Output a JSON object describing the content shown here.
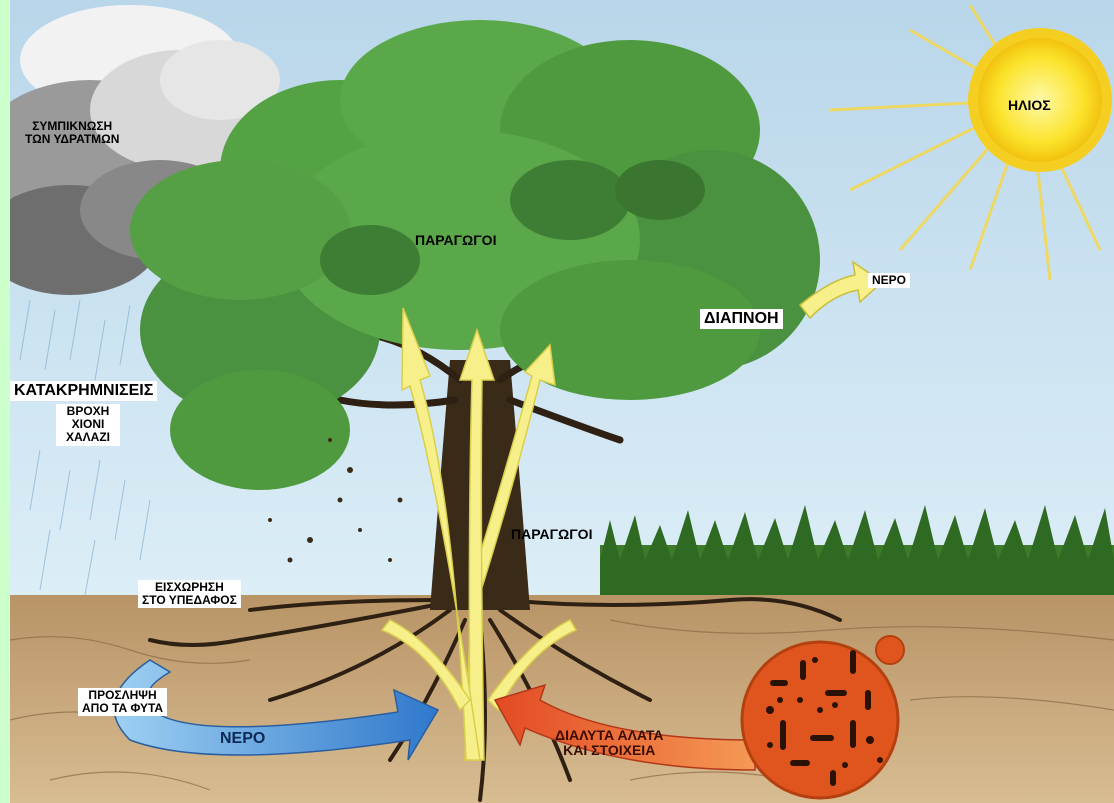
{
  "labels": {
    "condensation_line1": "ΣΥΜΠΙΚΝΩΣΗ",
    "condensation_line2": "ΤΩΝ ΥΔΡΑΤΜΩΝ",
    "producers_top": "ΠΑΡΑΓΩΓΟΙ",
    "sun": "ΗΛΙΟΣ",
    "water_vapor": "ΝΕΡΟ",
    "transpiration": "ΔΙΑΠΝΟΗ",
    "precipitation": "ΚΑΤΑΚΡΗΜΝΙΣΕΙΣ",
    "rain": "ΒΡΟΧΗ",
    "snow": "ΧΙΟΝΙ",
    "hail": "ΧΑΛΑΖΙ",
    "producers_ground": "ΠΑΡΑΓΩΓΟΙ",
    "infiltration_line1": "ΕΙΣΧΩΡΗΣΗ",
    "infiltration_line2": "ΣΤΟ ΥΠΕΔΑΦΟΣ",
    "uptake_line1": "ΠΡΟΣΛΗΨΗ",
    "uptake_line2": "ΑΠΟ ΤΑ ΦΥΤΑ",
    "water_arrow": "ΝΕΡΟ",
    "salts_line1": "ΔΙΑΛΥΤΑ ΑΛΑΤΑ",
    "salts_line2": "ΚΑΙ ΣΤΟΙΧΕΙΑ"
  },
  "colors": {
    "sky_top": "#bcd8ea",
    "sky_bottom": "#d9ecf6",
    "soil": "#c9a678",
    "soil_dark": "#8a6038",
    "foliage": "#4f9a3f",
    "foliage_dark": "#2f6a28",
    "trunk": "#3a2a18",
    "yellow_arrow": "#f7f08a",
    "blue_arrow": "#3f86d6",
    "red_arrow": "#e8552a",
    "sun": "#fbe32a",
    "microbe_circle": "#e0551e",
    "background": "#ccffcc"
  }
}
